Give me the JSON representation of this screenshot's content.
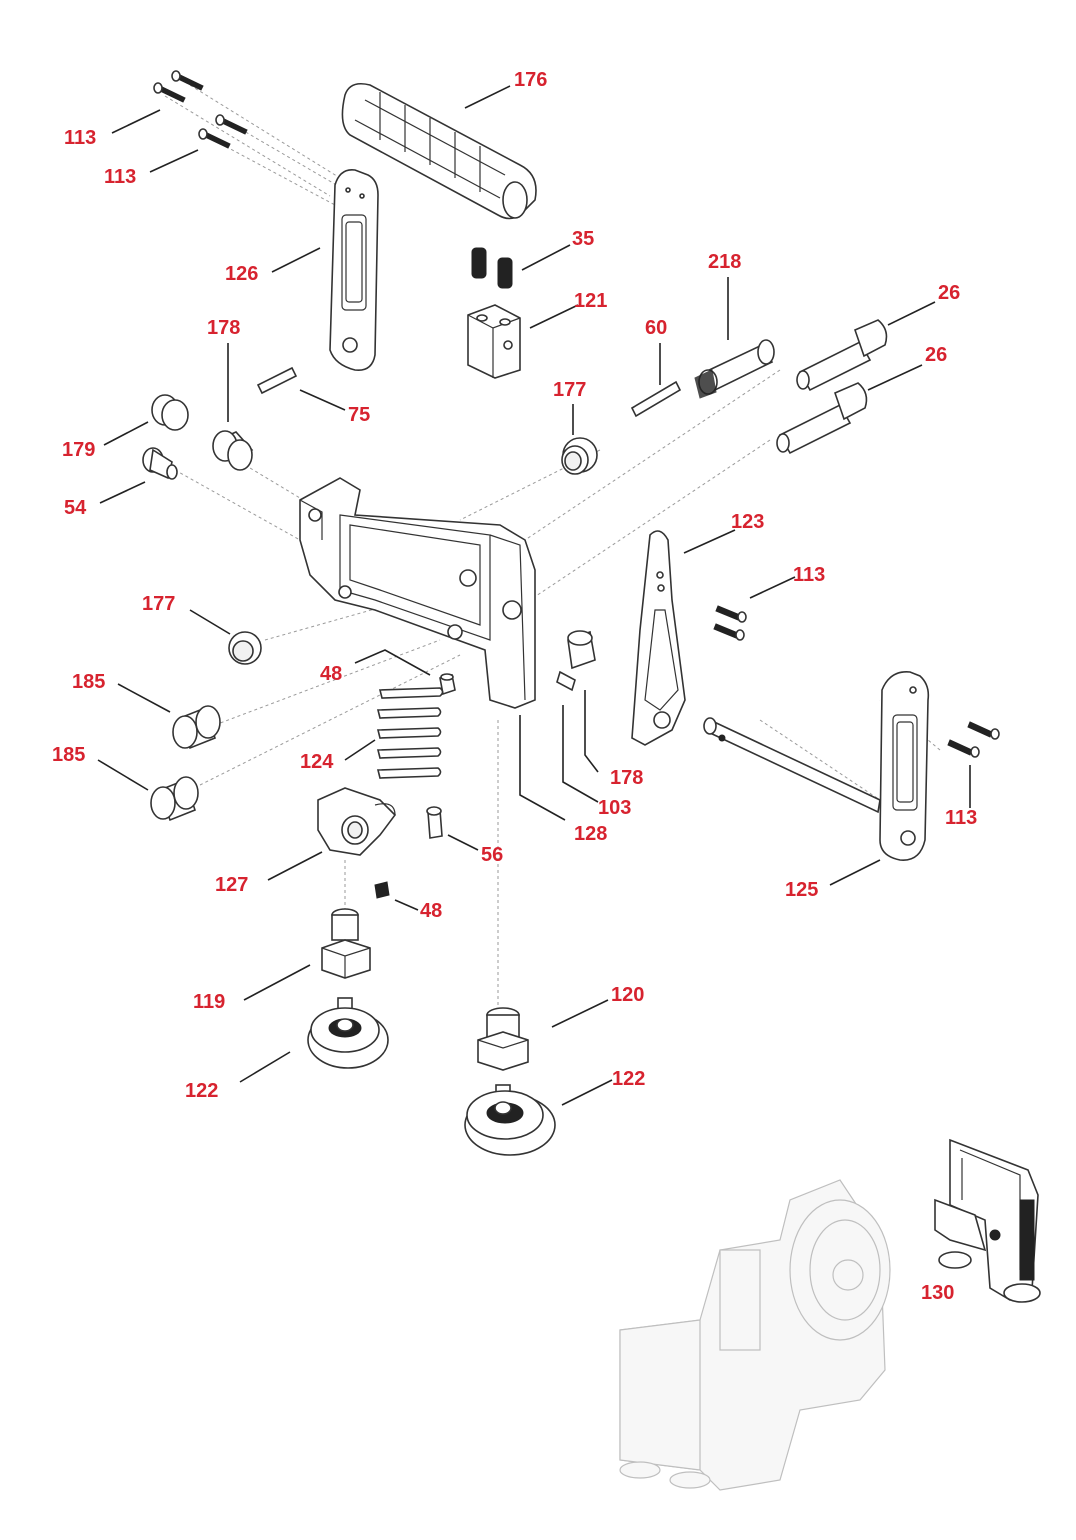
{
  "diagram": {
    "callouts": [
      {
        "id": "c113a",
        "text": "113"
      },
      {
        "id": "c113b",
        "text": "113"
      },
      {
        "id": "c176",
        "text": "176"
      },
      {
        "id": "c35",
        "text": "35"
      },
      {
        "id": "c126",
        "text": "126"
      },
      {
        "id": "c121",
        "text": "121"
      },
      {
        "id": "c218",
        "text": "218"
      },
      {
        "id": "c26a",
        "text": "26"
      },
      {
        "id": "c26b",
        "text": "26"
      },
      {
        "id": "c60",
        "text": "60"
      },
      {
        "id": "c178a",
        "text": "178"
      },
      {
        "id": "c75",
        "text": "75"
      },
      {
        "id": "c177a",
        "text": "177"
      },
      {
        "id": "c179",
        "text": "179"
      },
      {
        "id": "c54",
        "text": "54"
      },
      {
        "id": "c123",
        "text": "123"
      },
      {
        "id": "c113c",
        "text": "113"
      },
      {
        "id": "c177b",
        "text": "177"
      },
      {
        "id": "c48a",
        "text": "48"
      },
      {
        "id": "c185a",
        "text": "185"
      },
      {
        "id": "c185b",
        "text": "185"
      },
      {
        "id": "c124",
        "text": "124"
      },
      {
        "id": "c178b",
        "text": "178"
      },
      {
        "id": "c103",
        "text": "103"
      },
      {
        "id": "c113d",
        "text": "113"
      },
      {
        "id": "c128",
        "text": "128"
      },
      {
        "id": "c56",
        "text": "56"
      },
      {
        "id": "c127",
        "text": "127"
      },
      {
        "id": "c48b",
        "text": "48"
      },
      {
        "id": "c125",
        "text": "125"
      },
      {
        "id": "c119",
        "text": "119"
      },
      {
        "id": "c120",
        "text": "120"
      },
      {
        "id": "c122a",
        "text": "122"
      },
      {
        "id": "c122b",
        "text": "122"
      },
      {
        "id": "c130",
        "text": "130"
      }
    ]
  },
  "colors": {
    "callout": "#d7232f",
    "line": "#333333",
    "background": "#ffffff"
  }
}
